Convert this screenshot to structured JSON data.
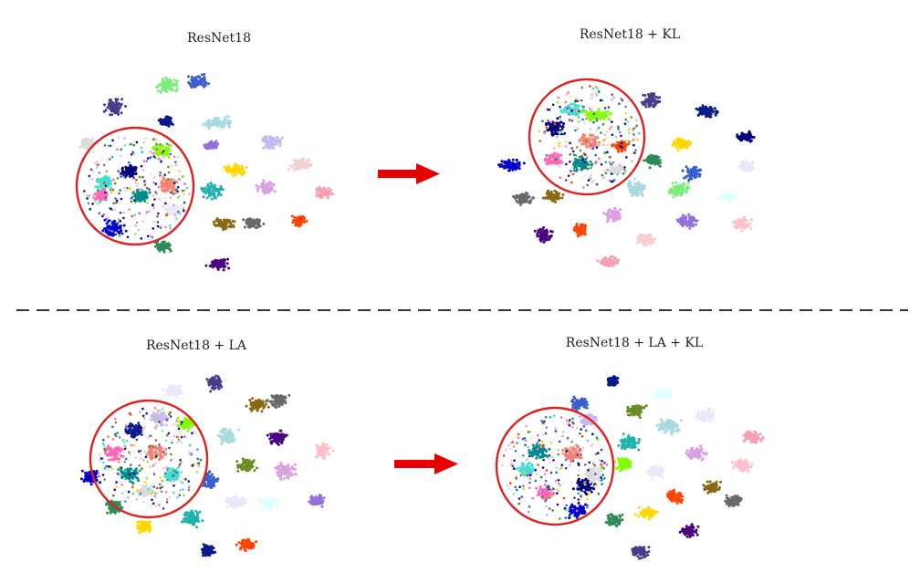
{
  "figure": {
    "panels": [
      {
        "id": "top-left",
        "title": "ResNet18"
      },
      {
        "id": "top-right",
        "title": "ResNet18 + KL"
      },
      {
        "id": "bottom-left",
        "title": "ResNet18 + LA"
      },
      {
        "id": "bottom-right",
        "title": "ResNet18 + LA + KL"
      }
    ],
    "colors": {
      "highlight_circle": "#dd2222",
      "arrow": "#e60000",
      "divider": "#333333"
    },
    "icons": {
      "transition_arrow": "right-arrow-icon",
      "focus_marker": "circle-outline"
    }
  }
}
